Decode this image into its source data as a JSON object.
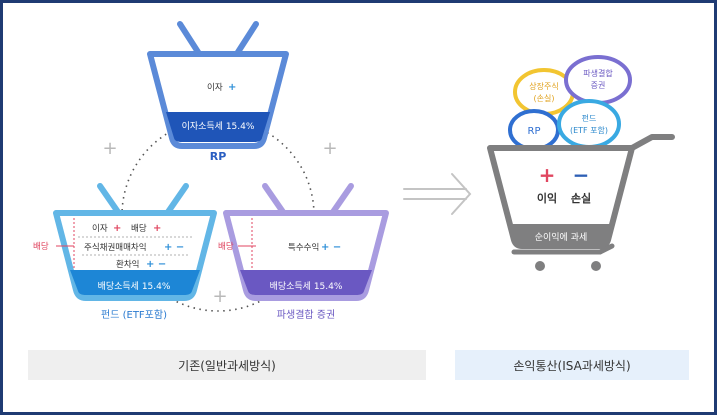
{
  "left": {
    "rp": {
      "items": [
        {
          "text": "이자",
          "sign": "+"
        }
      ],
      "tax": "이자소득세 15.4%",
      "label": "RP"
    },
    "fund": {
      "row1": [
        {
          "text": "이자",
          "sign": "+"
        },
        {
          "text": "배당",
          "sign": "+"
        }
      ],
      "row2": {
        "text": "주식채권매매차익",
        "signs": "+ −"
      },
      "row3": {
        "text": "환차익",
        "signs": "+ −"
      },
      "side": "배당",
      "tax": "배당소득세 15.4%",
      "label": "펀드 (ETF포함)"
    },
    "deriv": {
      "item": {
        "text": "특수수익",
        "signs": "+ −"
      },
      "side": "배당",
      "tax": "배당소득세 15.4%",
      "label": "파생결합 증권"
    },
    "plus": "+"
  },
  "right": {
    "bubbles": {
      "listed": "상장주식\n(손실)",
      "deriv": "파생결합\n증권",
      "rp": "RP",
      "fund": "펀드\n(ETF 포함)"
    },
    "gain": {
      "sign": "+",
      "label": "이익"
    },
    "loss": {
      "sign": "−",
      "label": "손실"
    },
    "net": "순이익에 과세"
  },
  "captions": {
    "left": "기존(일반과세방식)",
    "right": "손익통산(ISA과세방식)"
  },
  "colors": {
    "frame": "#1f3b73",
    "rp_basket": "#5b8ad8",
    "rp_fill": "#1f55b8",
    "fund_basket": "#62b6e6",
    "fund_fill": "#1d86d6",
    "deriv_basket": "#a99ce0",
    "deriv_fill": "#6a58c2",
    "plus_red": "#e04660",
    "plus_blue": "#2d8fd8",
    "cart": "#7f7f80",
    "bubble_yellow": "#f2c531",
    "bubble_purple": "#7a6fd1",
    "bubble_blue": "#2f6fd1",
    "bubble_cyan": "#39a9e2",
    "caption_left_bg": "#efefef",
    "caption_right_bg": "#e6f0fb"
  }
}
